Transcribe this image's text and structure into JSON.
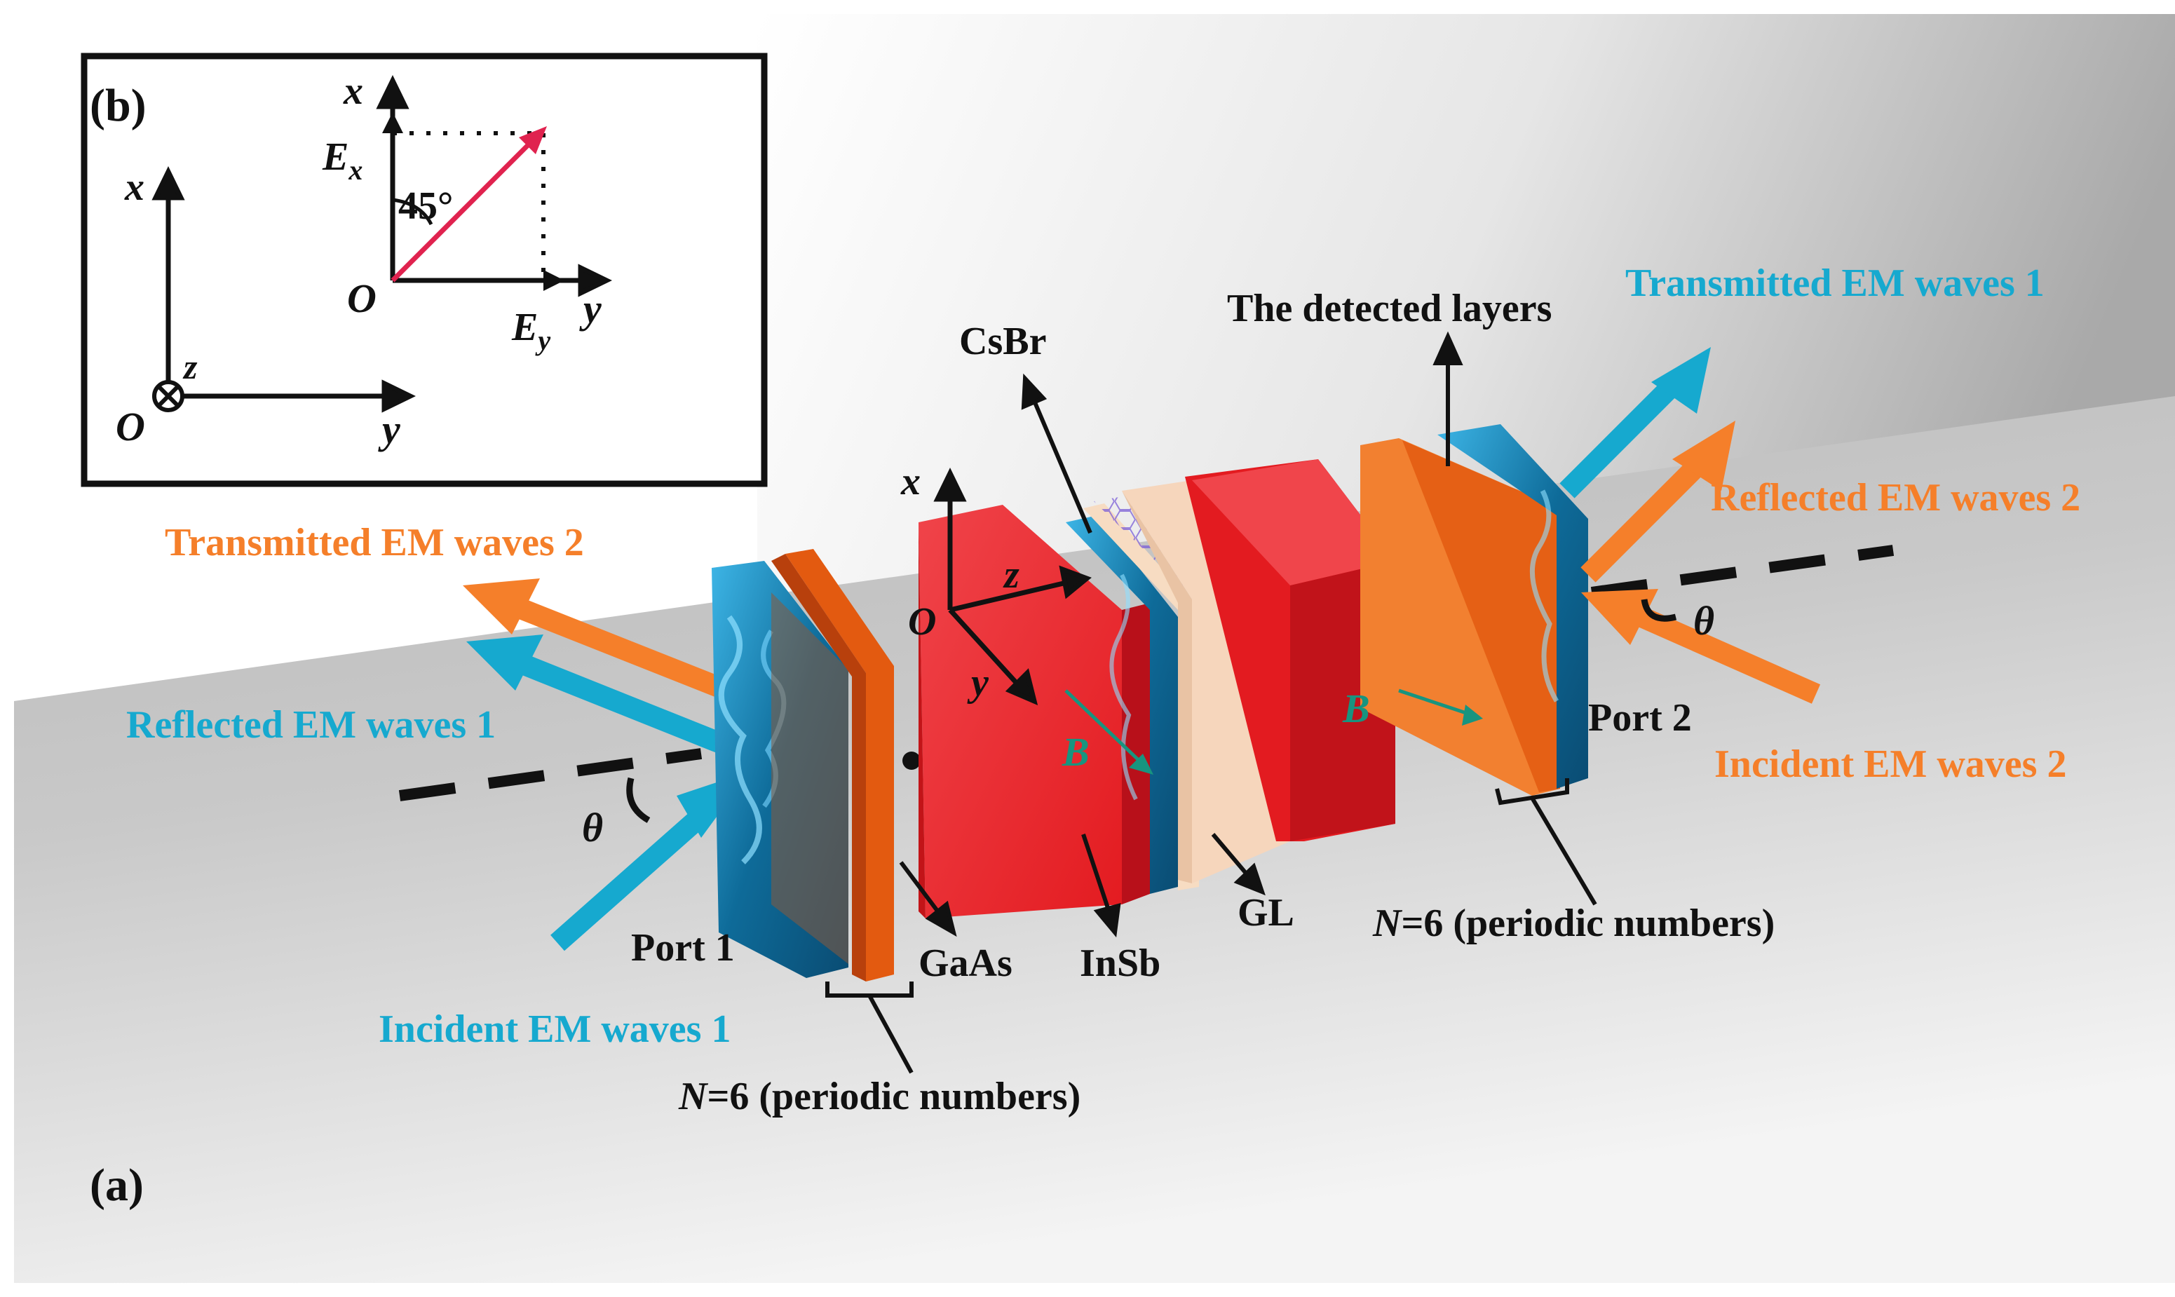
{
  "panel_a": {
    "label": "(a)",
    "texts": {
      "transmitted_1": "Transmitted EM waves 1",
      "reflected_1": "Reflected EM waves 1",
      "incident_1": "Incident EM waves 1",
      "transmitted_2": "Transmitted EM waves 2",
      "reflected_2": "Reflected EM waves 2",
      "incident_2": "Incident EM waves 2",
      "port1": "Port 1",
      "port2": "Port 2",
      "gaas": "GaAs",
      "insb": "InSb",
      "gl": "GL",
      "csbr": "CsBr",
      "detected_layers": "The detected layers",
      "periodic_left_n": "N",
      "periodic_left_rest": "=6 (periodic numbers)",
      "periodic_right_n": "N",
      "periodic_right_rest": "=6 (periodic numbers)",
      "theta_left": "θ",
      "theta_right": "θ",
      "B_left": "B",
      "B_right": "B",
      "axis_x": "x",
      "axis_y": "y",
      "axis_z": "z",
      "axis_o": "O"
    }
  },
  "panel_b": {
    "label": "(b)",
    "texts": {
      "axis_x": "x",
      "axis_y": "y",
      "axis_z": "z",
      "axis_o": "O",
      "pol_x": "x",
      "pol_y": "y",
      "pol_o": "O",
      "Ex_main": "E",
      "Ex_sub": "x",
      "Ey_main": "E",
      "Ey_sub": "y",
      "angle": "45°"
    }
  },
  "colors": {
    "blue_wave": "#16a9cf",
    "orange_wave": "#f57f2a",
    "red_layer": "#e8181c",
    "gaas_orange": "#e35a10",
    "csbr_cream": "#f7dcc2",
    "water_blue": "#1d86b8",
    "polarization_vector": "#e0234f",
    "B_arrow": "#18947f"
  }
}
